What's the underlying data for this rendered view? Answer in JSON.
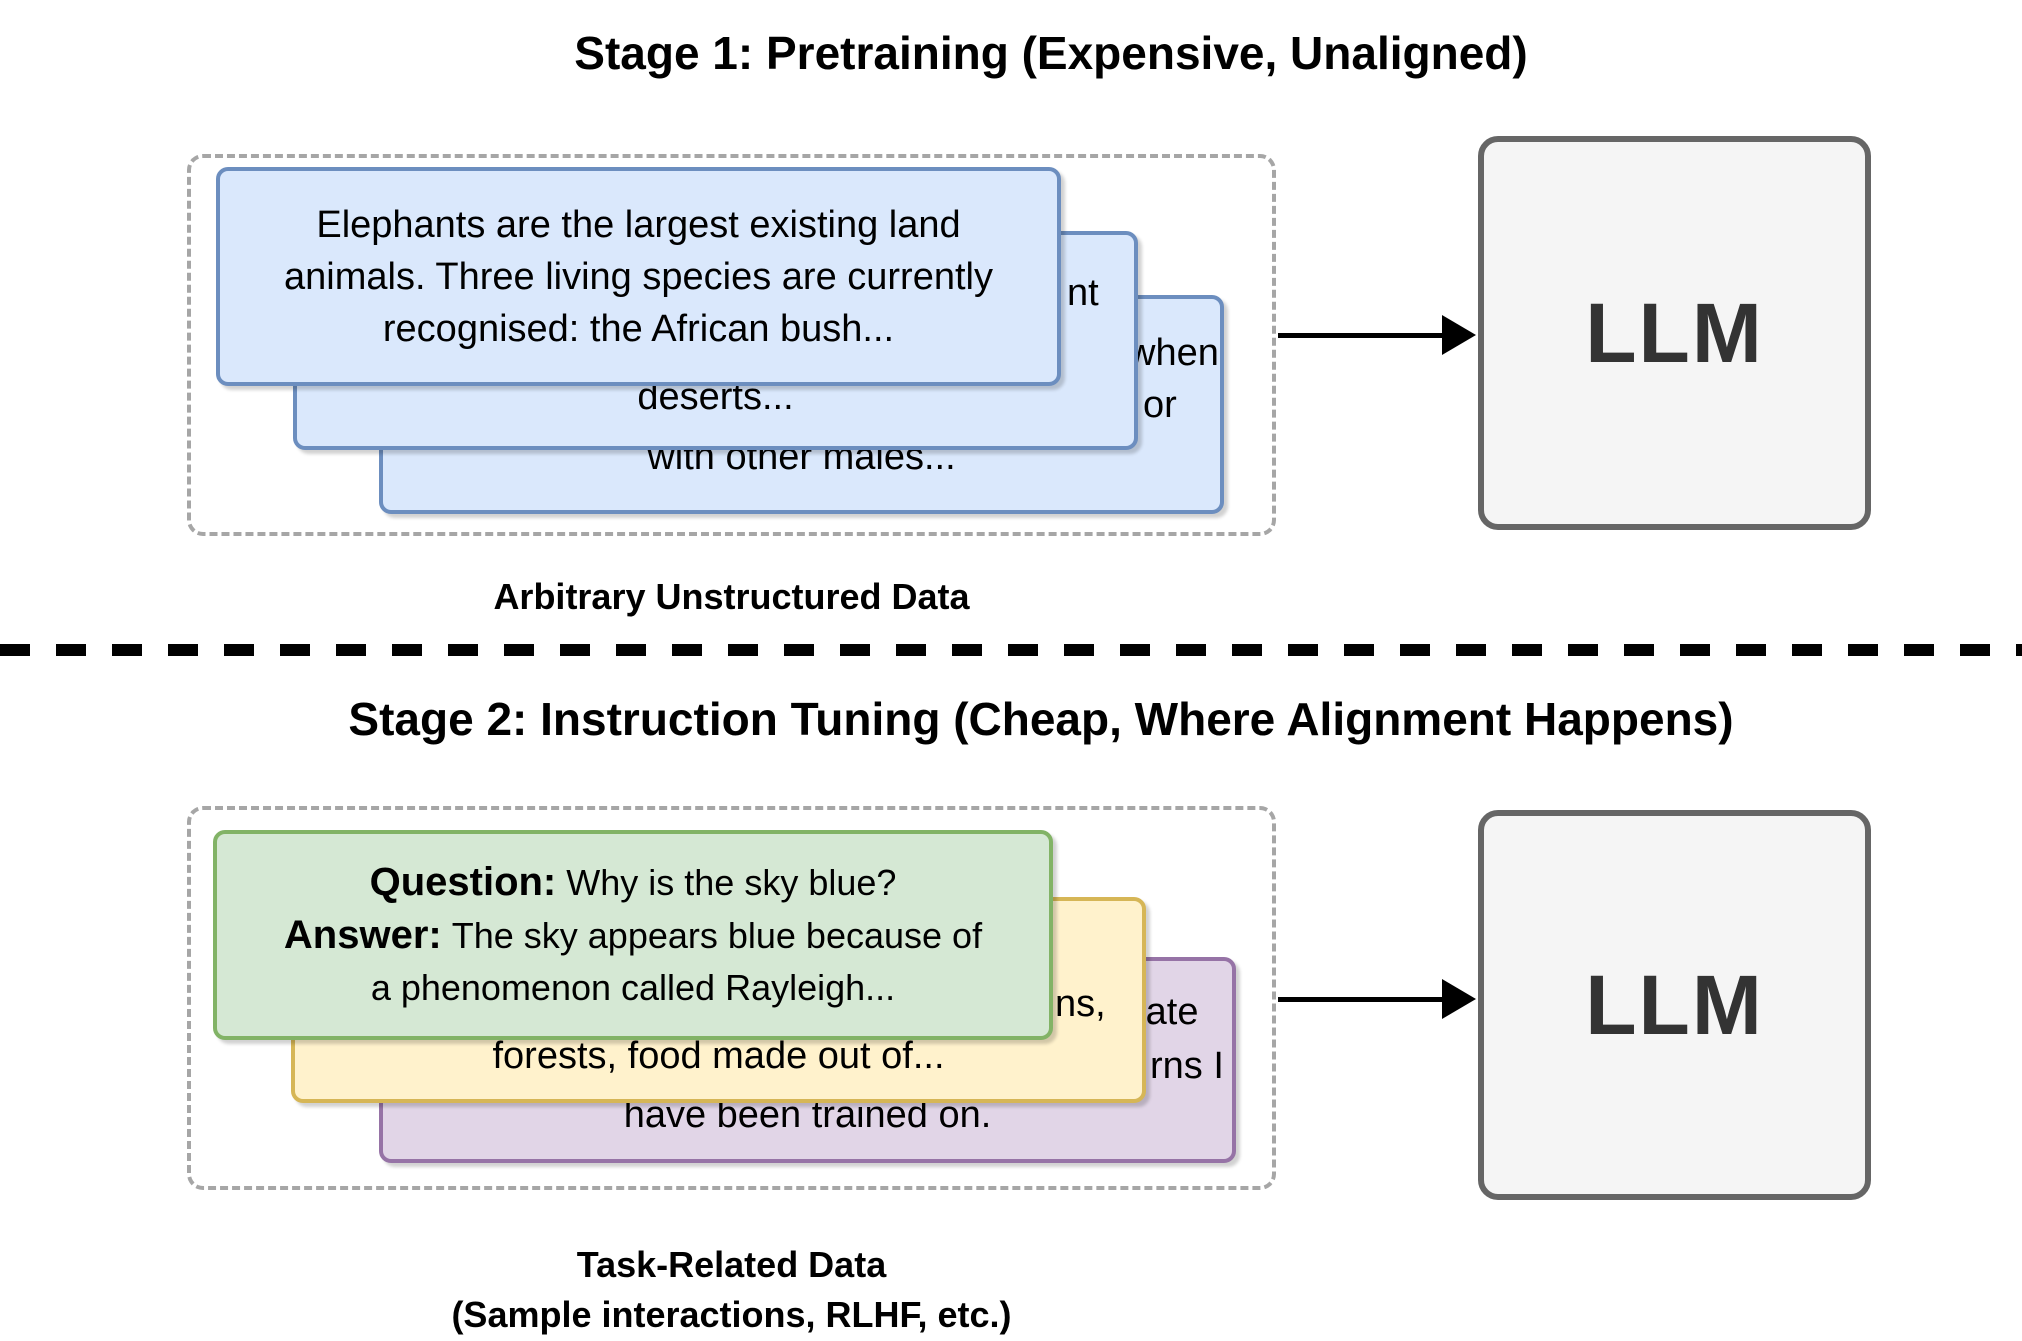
{
  "stage1": {
    "title": "Stage 1: Pretraining (Expensive, Unaligned)",
    "caption": "Arbitrary Unstructured Data",
    "llm_label": "LLM",
    "card_front_lines": [
      "Elephants are the largest existing land",
      "animals. Three living species are currently",
      "recognised: the African bush..."
    ],
    "card_middle_fragments": {
      "frag1": "nt",
      "frag2": ",",
      "line3": "deserts..."
    },
    "card_back_fragments": {
      "frag1": "when",
      "frag2": "or",
      "line3": "with other males..."
    }
  },
  "stage2": {
    "title": "Stage 2: Instruction Tuning (Cheap, Where Alignment Happens)",
    "caption_line1": "Task-Related Data",
    "caption_line2": "(Sample interactions, RLHF, etc.)",
    "llm_label": "LLM",
    "card_front": {
      "q_label": "Question:",
      "q_text": "Why is the sky blue?",
      "a_label": "Answer:",
      "a_text": "The sky appears blue because of",
      "a_cont": "a phenomenon called Rayleigh..."
    },
    "card_middle_fragments": {
      "frag2": "ns,",
      "line3": "forests, food made out of..."
    },
    "card_back_fragments": {
      "frag1": "rate",
      "frag2": "rns I",
      "line3": "have been trained on."
    }
  },
  "colors": {
    "blue_card_fill": "#dae8fc",
    "blue_card_border": "#6c8ebf",
    "green_card_fill": "#d5e8d4",
    "green_card_border": "#82b366",
    "yellow_card_fill": "#fff2cc",
    "yellow_card_border": "#d6b656",
    "purple_card_fill": "#e1d5e7",
    "purple_card_border": "#9673a6",
    "llm_box_fill": "#f5f5f5",
    "llm_box_border": "#666666",
    "container_dash": "#a6a6a6",
    "divider": "#000000"
  }
}
